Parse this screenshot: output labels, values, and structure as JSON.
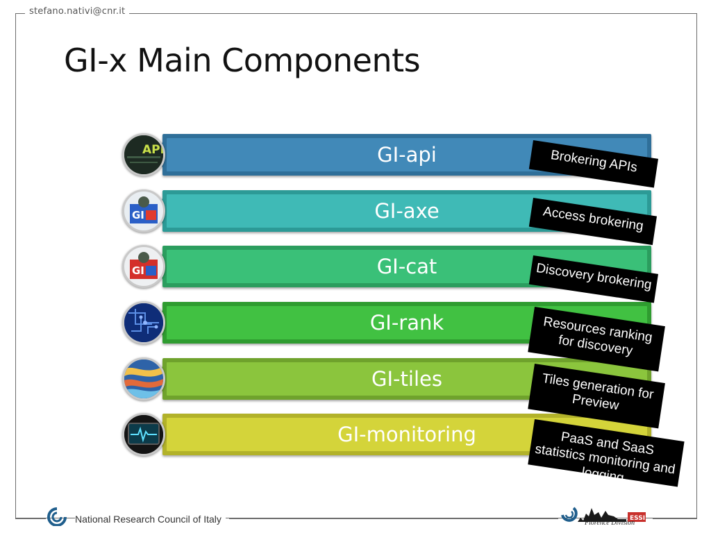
{
  "header": {
    "email": "stefano.nativi@cnr.it"
  },
  "slide": {
    "title": "GI-x Main Components"
  },
  "components": [
    {
      "name": "GI-api",
      "description": "Brokering APIs",
      "color": "#3f87b4",
      "icon": "api-icon",
      "icon_text": "API"
    },
    {
      "name": "GI-axe",
      "description": "Access brokering",
      "color": "#3db8b4",
      "icon": "gi-axe-icon",
      "icon_text": "GI"
    },
    {
      "name": "GI-cat",
      "description": "Discovery brokering",
      "color": "#38bf77",
      "icon": "gi-cat-icon",
      "icon_text": "GI"
    },
    {
      "name": "GI-rank",
      "description": "Resources ranking for discovery",
      "color": "#3fc040",
      "icon": "circuit-icon"
    },
    {
      "name": "GI-tiles",
      "description": "Tiles generation for Preview",
      "color": "#8ac43c",
      "icon": "tiles-icon"
    },
    {
      "name": "GI-monitoring",
      "description": "PaaS and SaaS statistics monitoring and logging",
      "color": "#d3d339",
      "icon": "monitor-icon"
    }
  ],
  "footer": {
    "organization": "National Research Council of Italy",
    "essi_label": "Florence Division",
    "essi_badge": "ESSI"
  }
}
